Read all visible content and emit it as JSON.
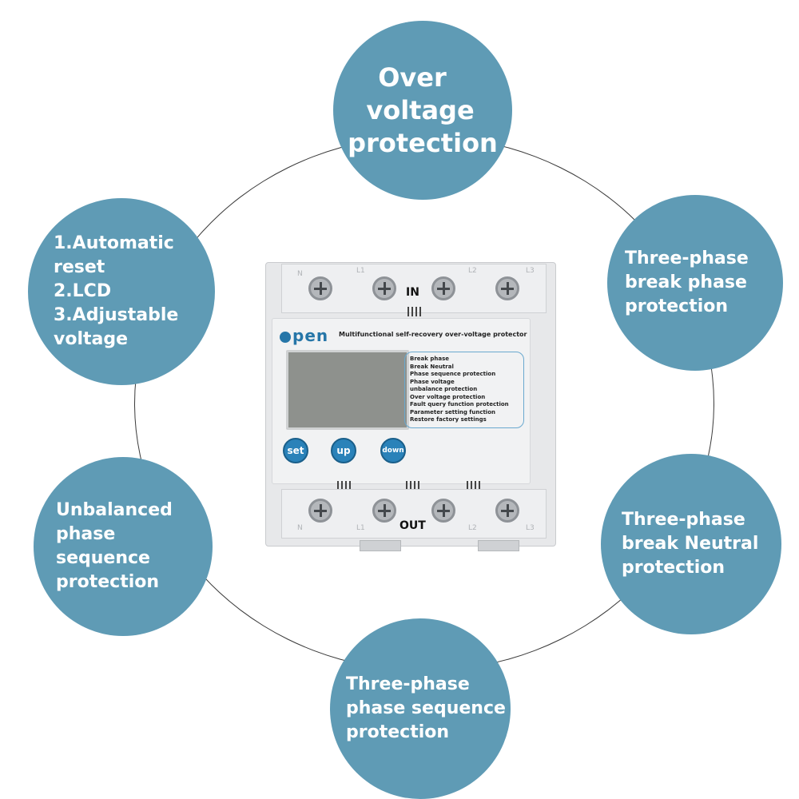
{
  "bubbles": {
    "top": [
      "Over",
      "voltage",
      "protection"
    ],
    "left_top": [
      "1.Automatic",
      "reset",
      "2.LCD",
      "3.Adjustable",
      "voltage"
    ],
    "right_top": [
      "Three-phase",
      "break phase",
      "protection"
    ],
    "left_bottom": [
      "Unbalanced",
      "phase",
      "sequence",
      "protection"
    ],
    "right_bottom": [
      "Three-phase",
      "break Neutral",
      "protection"
    ],
    "bottom": [
      "Three-phase",
      "phase sequence",
      "protection"
    ]
  },
  "device": {
    "brand": "pen",
    "subtitle": "Multifunctional self-recovery over-voltage protector",
    "in_label": "IN",
    "out_label": "OUT",
    "terminals": [
      "N",
      "L1",
      "L2",
      "L3"
    ],
    "features": [
      "Break phase",
      "Break Neutral",
      "Phase sequence protection",
      "Phase voltage",
      "unbalance protection",
      "Over voltage protection",
      "Fault query function protection",
      "Parameter setting function",
      "Restore factory settings"
    ],
    "buttons": [
      "set",
      "up",
      "down"
    ]
  },
  "colors": {
    "bubble": "#5f9bb5",
    "button": "#2a82b9",
    "brand": "#2676a8"
  }
}
